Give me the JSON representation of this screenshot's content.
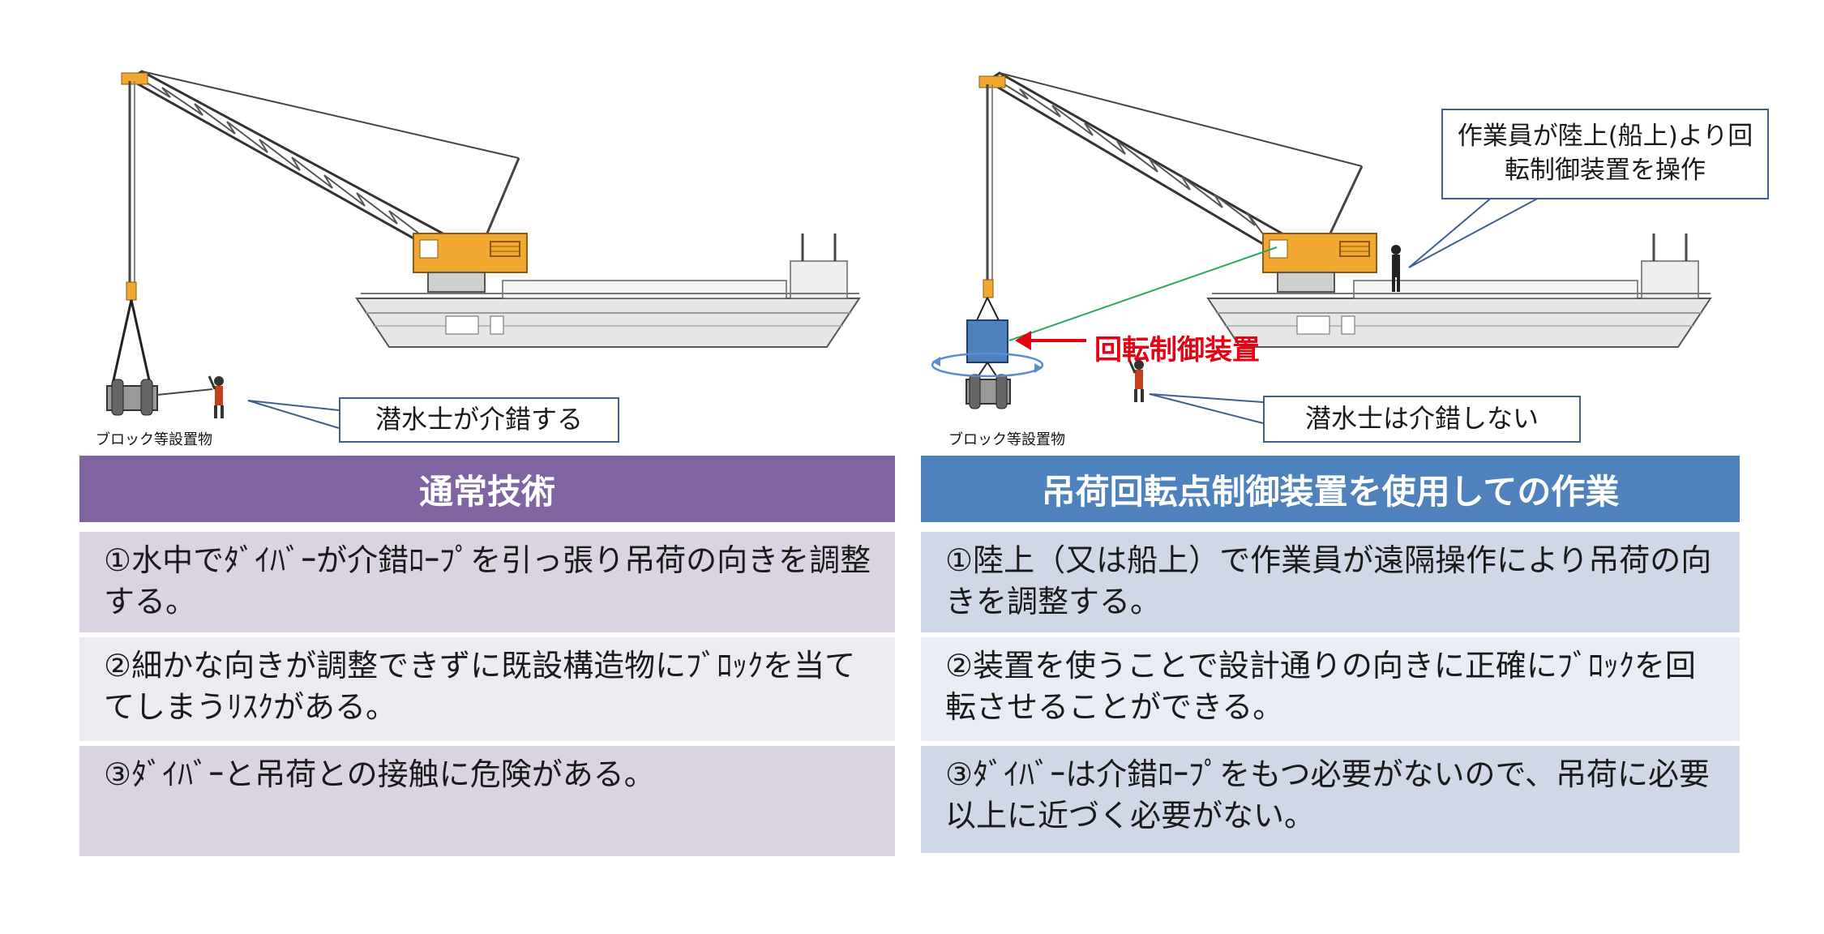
{
  "left": {
    "callout": "潜水士が介錯する",
    "object_label": "ブロック等設置物",
    "header": "通常技術",
    "rows": [
      "①水中でﾀﾞｲﾊﾞｰが介錯ﾛｰﾌﾟを引っ張り吊荷の向きを調整する。",
      "②細かな向きが調整できずに既設構造物にﾌﾞﾛｯｸを当ててしまうﾘｽｸがある。",
      "③ﾀﾞｲﾊﾞｰと吊荷との接触に危険がある。"
    ]
  },
  "right": {
    "callout_top": "作業員が陸上(船上)より回転制御装置を操作",
    "device_label": "回転制御装置",
    "callout": "潜水士は介錯しない",
    "object_label": "ブロック等設置物",
    "header": "吊荷回転点制御装置を使用しての作業",
    "rows": [
      "①陸上（又は船上）で作業員が遠隔操作により吊荷の向きを調整する。",
      "②装置を使うことで設計通りの向きに正確にﾌﾞﾛｯｸを回転させることができる。",
      "③ﾀﾞｲﾊﾞｰは介錯ﾛｰﾌﾟをもつ必要がないので、吊荷に必要以上に近づく必要がない。"
    ]
  },
  "colors": {
    "left_header": "#8064a2",
    "left_row_a": "#d9d3e2",
    "left_row_b": "#ecebf1",
    "right_header": "#4f81bd",
    "right_row_a": "#d0d8e8",
    "right_row_b": "#e8ecf4",
    "crane": "#f0a830",
    "red": "#e60012"
  }
}
